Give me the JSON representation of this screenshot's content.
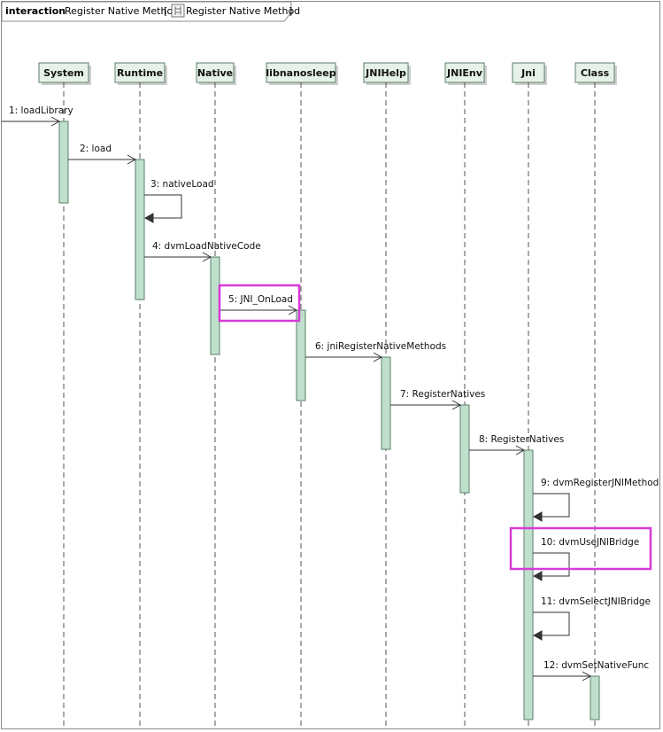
{
  "header": {
    "keyword": "interaction",
    "name": "Register Native Method",
    "open_bracket": "[",
    "ref_name": "Register Native Method",
    "close_bracket": "]",
    "icon": "interaction-diagram-icon"
  },
  "colors": {
    "lifeline_fill": "#e6f1e8",
    "activation_fill": "#bfe0cc",
    "activation_stroke": "#5b7f6a",
    "highlight": "#d63bd8",
    "line": "#333333"
  },
  "lifelines": [
    {
      "id": "system",
      "name": "System"
    },
    {
      "id": "runtime",
      "name": "Runtime"
    },
    {
      "id": "native",
      "name": "Native"
    },
    {
      "id": "libnanosleep",
      "name": "libnanosleep"
    },
    {
      "id": "jnihelp",
      "name": "JNIHelp"
    },
    {
      "id": "jnienv",
      "name": "JNIEnv"
    },
    {
      "id": "jni",
      "name": "Jni"
    },
    {
      "id": "class",
      "name": "Class"
    }
  ],
  "messages": [
    {
      "label": "1: loadLibrary",
      "from": "",
      "to": "system"
    },
    {
      "label": "2: load",
      "from": "system",
      "to": "runtime"
    },
    {
      "label": "3: nativeLoad",
      "from": "runtime",
      "to": "runtime"
    },
    {
      "label": "4: dvmLoadNativeCode",
      "from": "runtime",
      "to": "native"
    },
    {
      "label": "5: JNI_OnLoad",
      "from": "native",
      "to": "libnanosleep",
      "highlighted": true
    },
    {
      "label": "6: jniRegisterNativeMethods",
      "from": "libnanosleep",
      "to": "jnihelp"
    },
    {
      "label": "7: RegisterNatives",
      "from": "jnihelp",
      "to": "jnienv"
    },
    {
      "label": "8: RegisterNatives",
      "from": "jnienv",
      "to": "jni"
    },
    {
      "label": "9: dvmRegisterJNIMethod",
      "from": "jni",
      "to": "jni"
    },
    {
      "label": "10: dvmUseJNIBridge",
      "from": "jni",
      "to": "jni",
      "highlighted": true
    },
    {
      "label": "11: dvmSelectJNIBridge",
      "from": "jni",
      "to": "jni"
    },
    {
      "label": "12: dvmSetNativeFunc",
      "from": "jni",
      "to": "class"
    }
  ]
}
